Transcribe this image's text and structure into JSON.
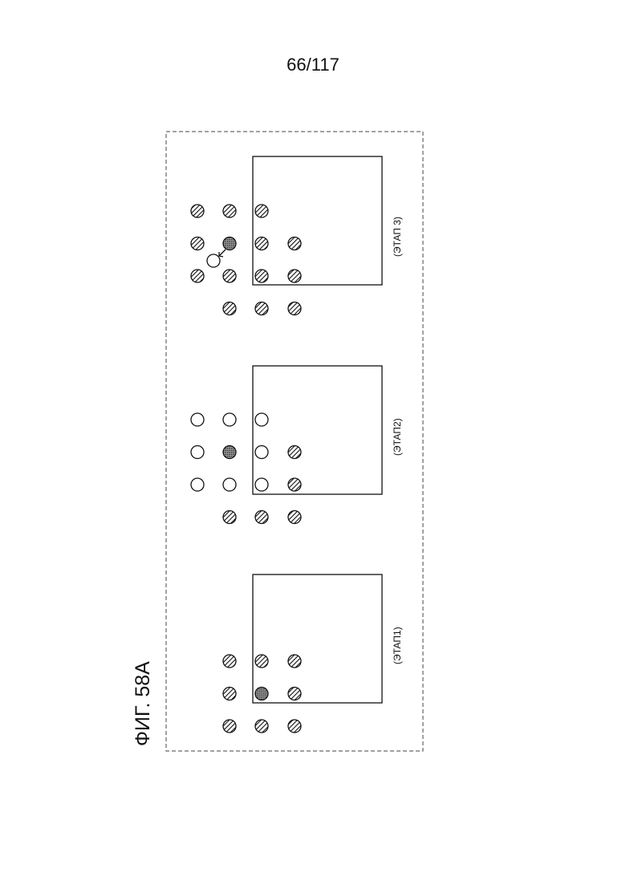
{
  "page_number": "66/117",
  "figure_label": "ФИГ. 58А",
  "stages": [
    {
      "label": "(ЭТАП 3)",
      "circles": [
        {
          "row": 0,
          "col": 0,
          "fill": "hatched"
        },
        {
          "row": 0,
          "col": 1,
          "fill": "hatched"
        },
        {
          "row": 0,
          "col": 2,
          "fill": "hatched"
        },
        {
          "row": 1,
          "col": 0,
          "fill": "hatched"
        },
        {
          "row": 1,
          "col": 1,
          "fill": "dotted"
        },
        {
          "row": 1,
          "col": 2,
          "fill": "hatched"
        },
        {
          "row": 1,
          "col": 3,
          "fill": "hatched"
        },
        {
          "row": 2,
          "col": 0,
          "fill": "hatched"
        },
        {
          "row": 2,
          "col": 1,
          "fill": "hatched"
        },
        {
          "row": 2,
          "col": 2,
          "fill": "hatched"
        },
        {
          "row": 2,
          "col": 3,
          "fill": "hatched"
        },
        {
          "row": 3,
          "col": 1,
          "fill": "hatched"
        },
        {
          "row": 3,
          "col": 2,
          "fill": "hatched"
        },
        {
          "row": 3,
          "col": 3,
          "fill": "hatched"
        }
      ],
      "moving_circle": true
    },
    {
      "label": "(ЭТАП2)",
      "circles": [
        {
          "row": 0,
          "col": 0,
          "fill": "empty"
        },
        {
          "row": 0,
          "col": 1,
          "fill": "empty"
        },
        {
          "row": 0,
          "col": 2,
          "fill": "empty"
        },
        {
          "row": 1,
          "col": 0,
          "fill": "empty"
        },
        {
          "row": 1,
          "col": 1,
          "fill": "dotted"
        },
        {
          "row": 1,
          "col": 2,
          "fill": "empty"
        },
        {
          "row": 1,
          "col": 3,
          "fill": "hatched"
        },
        {
          "row": 2,
          "col": 0,
          "fill": "empty"
        },
        {
          "row": 2,
          "col": 1,
          "fill": "empty"
        },
        {
          "row": 2,
          "col": 2,
          "fill": "empty"
        },
        {
          "row": 2,
          "col": 3,
          "fill": "hatched"
        },
        {
          "row": 3,
          "col": 1,
          "fill": "hatched"
        },
        {
          "row": 3,
          "col": 2,
          "fill": "hatched"
        },
        {
          "row": 3,
          "col": 3,
          "fill": "hatched"
        }
      ],
      "moving_circle": false
    },
    {
      "label": "(ЭТАП1)",
      "circles": [
        {
          "row": 0,
          "col": 1,
          "fill": "hatched"
        },
        {
          "row": 0,
          "col": 2,
          "fill": "hatched"
        },
        {
          "row": 0,
          "col": 3,
          "fill": "hatched"
        },
        {
          "row": 1,
          "col": 1,
          "fill": "hatched"
        },
        {
          "row": 1,
          "col": 2,
          "fill": "dotted"
        },
        {
          "row": 1,
          "col": 3,
          "fill": "hatched"
        },
        {
          "row": 2,
          "col": 1,
          "fill": "hatched"
        },
        {
          "row": 2,
          "col": 2,
          "fill": "hatched"
        },
        {
          "row": 2,
          "col": 3,
          "fill": "hatched"
        }
      ],
      "moving_circle": false
    }
  ]
}
